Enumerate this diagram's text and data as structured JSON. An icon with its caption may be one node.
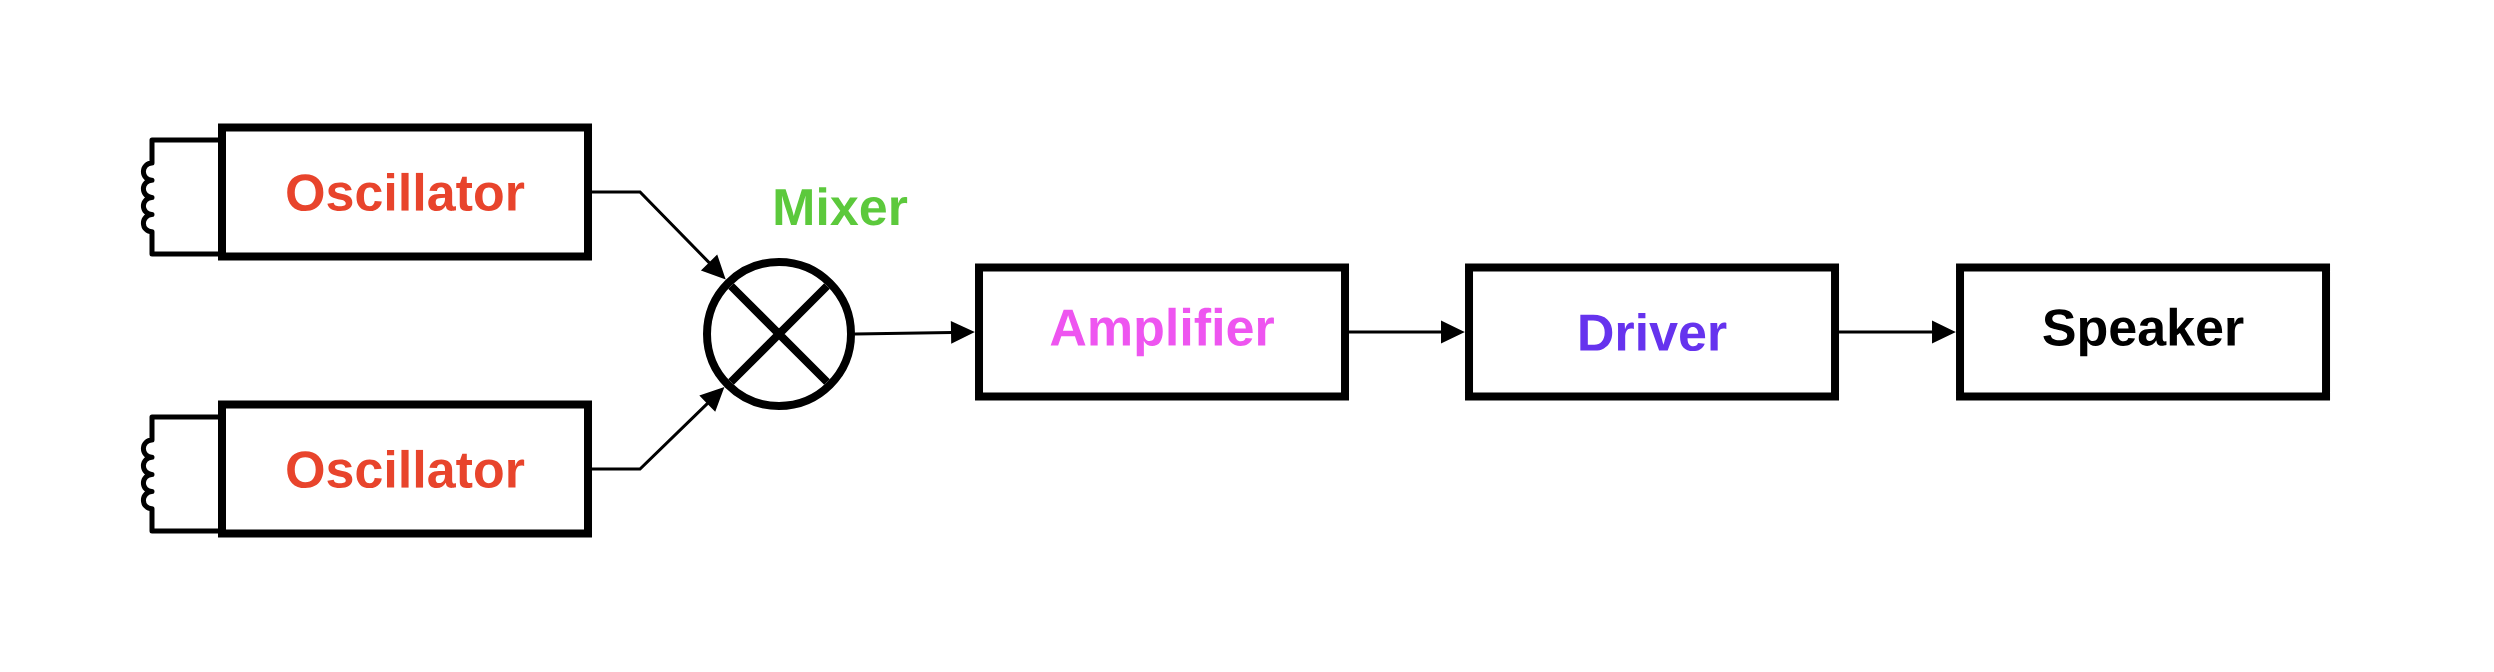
{
  "diagram": {
    "nodes": [
      {
        "text": [
          "Oscillator"
        ]
      },
      {
        "text": [
          "Oscillator"
        ]
      },
      {
        "text": [
          "Mixer"
        ]
      },
      {
        "text": [
          "Amplifier"
        ]
      },
      {
        "text": [
          "Driver"
        ]
      },
      {
        "text": [
          "Speaker"
        ]
      }
    ],
    "edges": [
      {
        "from": 0,
        "to": 2,
        "arrow": "to"
      },
      {
        "from": 1,
        "to": 2,
        "arrow": "to"
      },
      {
        "from": 2,
        "to": 3,
        "arrow": "to"
      },
      {
        "from": 3,
        "to": 4,
        "arrow": "to"
      },
      {
        "from": 4,
        "to": 5,
        "arrow": "to"
      }
    ]
  }
}
